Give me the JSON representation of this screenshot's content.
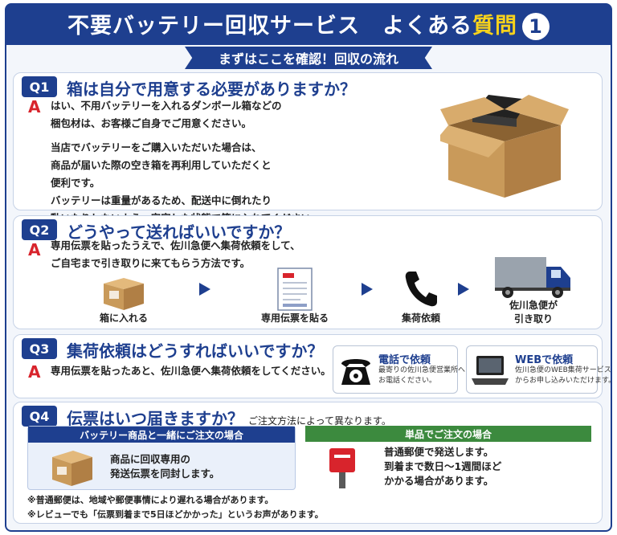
{
  "header": {
    "title_main": "不要バッテリー回収サービス　よくある",
    "title_highlight": "質問",
    "title_number": "1",
    "subtitle": "まずはここを確認！回収の流れ"
  },
  "q1": {
    "badge": "Q1",
    "question": "箱は自分で用意する必要がありますか？",
    "answer_mark": "A",
    "answer_lines": [
      "はい、不用バッテリーを入れるダンボール箱などの",
      "梱包材は、お客様ご自身でご用意ください。",
      "当店でバッテリーをご購入いただいた場合は、",
      "商品が届いた際の空き箱を再利用していただくと",
      "便利です。",
      "バッテリーは重量があるため、配送中に倒れたり",
      "動いたりしないよう、安定した状態で箱に入れてください。"
    ]
  },
  "q2": {
    "badge": "Q2",
    "question": "どうやって送ればいいですか？",
    "answer_mark": "A",
    "answer_lines": [
      "専用伝票を貼ったうえで、佐川急便へ集荷依頼をして、",
      "ご自宅まで引き取りに来てもらう方法です。"
    ],
    "steps": [
      {
        "label": "箱に入れる"
      },
      {
        "label": "専用伝票を貼る"
      },
      {
        "label": "集荷依頼"
      },
      {
        "label": "佐川急便が\n引き取り"
      }
    ]
  },
  "q3": {
    "badge": "Q3",
    "question": "集荷依頼はどうすればいいですか？",
    "answer_mark": "A",
    "answer_line": "専用伝票を貼ったあと、佐川急便へ集荷依頼をしてください。",
    "phone": {
      "title": "電話で依頼",
      "desc_lines": [
        "最寄りの佐川急便営業所へ",
        "お電話ください。"
      ]
    },
    "web": {
      "title": "WEBで依頼",
      "desc_lines": [
        "佐川急便のWEB集荷サービス",
        "からお申し込みいただけます。"
      ]
    }
  },
  "q4": {
    "badge": "Q4",
    "question": "伝票はいつ届きますか？",
    "note": "ご注文方法によって異なります。",
    "left": {
      "head": "バッテリー商品と一緒にご注文の場合",
      "lines": [
        "商品に回収専用の",
        "発送伝票を同封します。"
      ]
    },
    "right": {
      "head": "単品でご注文の場合",
      "lines": [
        "普通郵便で発送します。",
        "到着まで数日〜1週間ほど",
        "かかる場合があります。"
      ]
    },
    "footnotes": [
      "※普通郵便は、地域や郵便事情により遅れる場合があります。",
      "※レビューでも「伝票到着まで5日ほどかかった」というお声があります。"
    ]
  },
  "colors": {
    "navy": "#1e3f8f",
    "red": "#d8242c",
    "yellow": "#f7d21c",
    "green": "#3c8a3e",
    "cardboard": "#c99a5a"
  }
}
